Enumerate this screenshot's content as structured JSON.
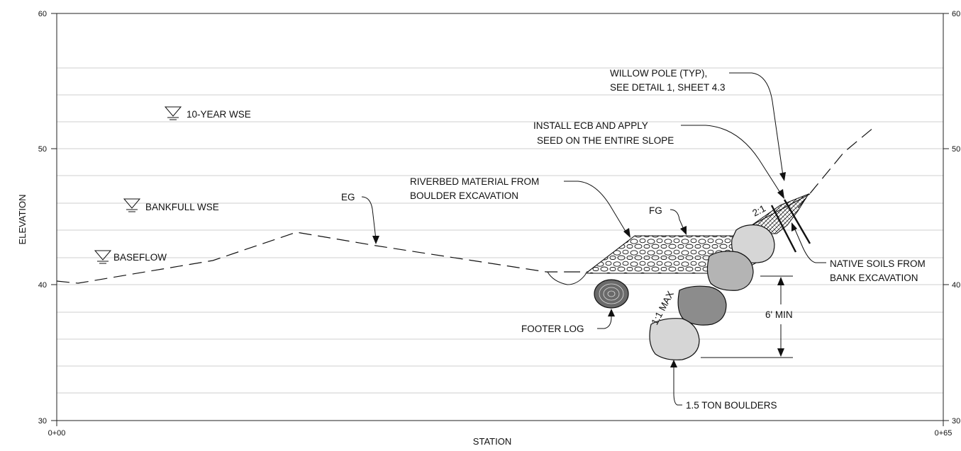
{
  "axes": {
    "x_title": "STATION",
    "y_title": "ELEVATION",
    "x_ticks": [
      "0+00",
      "0+65"
    ],
    "y_ticks_left": [
      "60",
      "50",
      "40",
      "30"
    ],
    "y_ticks_right": [
      "60",
      "50",
      "40",
      "30"
    ]
  },
  "water_levels": {
    "ten_year": "10-YEAR WSE",
    "bankfull": "BANKFULL WSE",
    "baseflow": "BASEFLOW"
  },
  "labels": {
    "eg": "EG",
    "fg": "FG",
    "riverbed_1": "RIVERBED MATERIAL FROM",
    "riverbed_2": "BOULDER EXCAVATION",
    "willow_1": "WILLOW POLE (TYP),",
    "willow_2": "SEE DETAIL 1, SHEET 4.3",
    "ecb_1": "INSTALL ECB AND APPLY",
    "ecb_2": "SEED ON THE ENTIRE SLOPE",
    "native_1": "NATIVE SOILS FROM",
    "native_2": "BANK EXCAVATION",
    "footer_log": "FOOTER LOG",
    "boulders": "1.5 TON BOULDERS",
    "min_depth": "6' MIN",
    "slope_max": "1:1 MAX",
    "slope_bank": "2:1"
  },
  "colors": {
    "boulder_light": "#d6d6d6",
    "boulder_mid": "#b4b4b4",
    "boulder_dark": "#8c8c8c",
    "log": "#6a6a6a"
  }
}
